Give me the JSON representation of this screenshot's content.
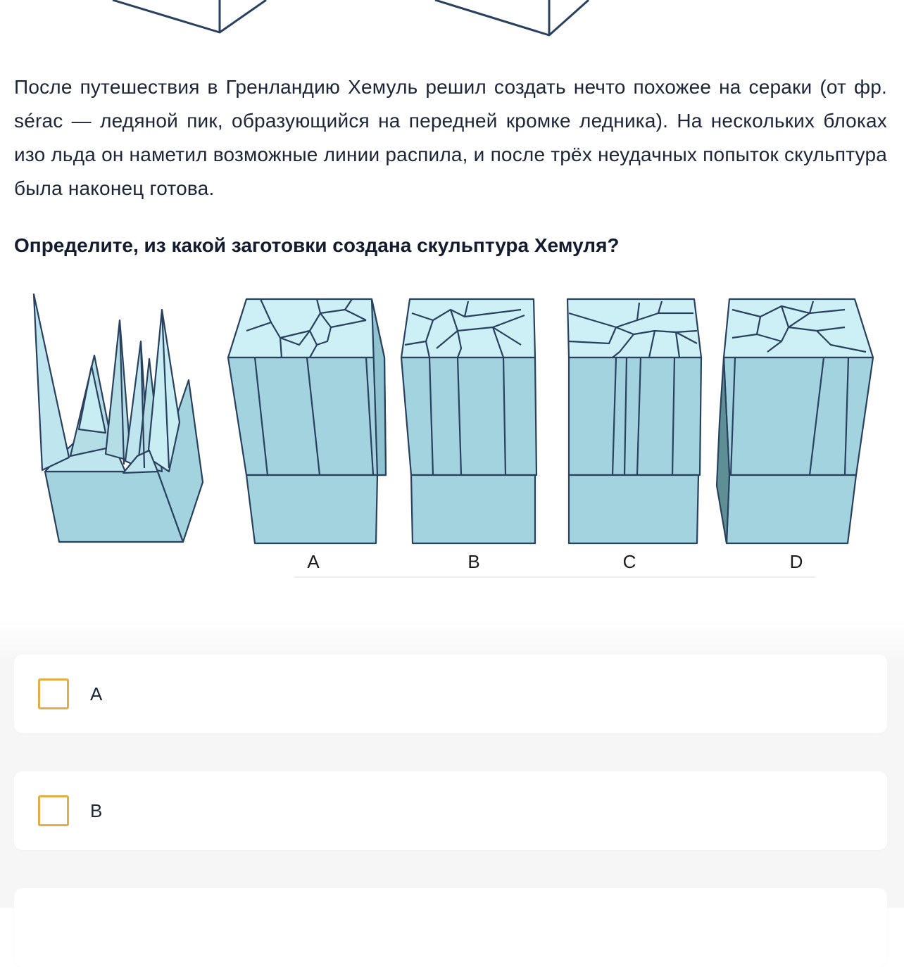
{
  "problem": {
    "paragraph": "После путешествия в Гренландию Хемуль решил создать нечто похожее на сераки (от фр. sérac — ледяной пик, образующийся на передней кромке ледника). На нескольких блоках изо льда он наметил возможные линии распила, и после трёх неудачных попыток скульптура была наконец готова.",
    "question": "Определите, из какой заготовки создана скульптура Хемуля?"
  },
  "figure": {
    "block_labels": [
      "A",
      "B",
      "C",
      "D"
    ],
    "colors": {
      "ice_side": "#a3d3de",
      "ice_top": "#ccf0f6",
      "outline": "#29405e",
      "ice_dark": "#5d8f95"
    }
  },
  "options": [
    {
      "label": "A"
    },
    {
      "label": "B"
    }
  ],
  "colors": {
    "checkbox_border": "#e3ad4a",
    "text": "#1c2538"
  }
}
